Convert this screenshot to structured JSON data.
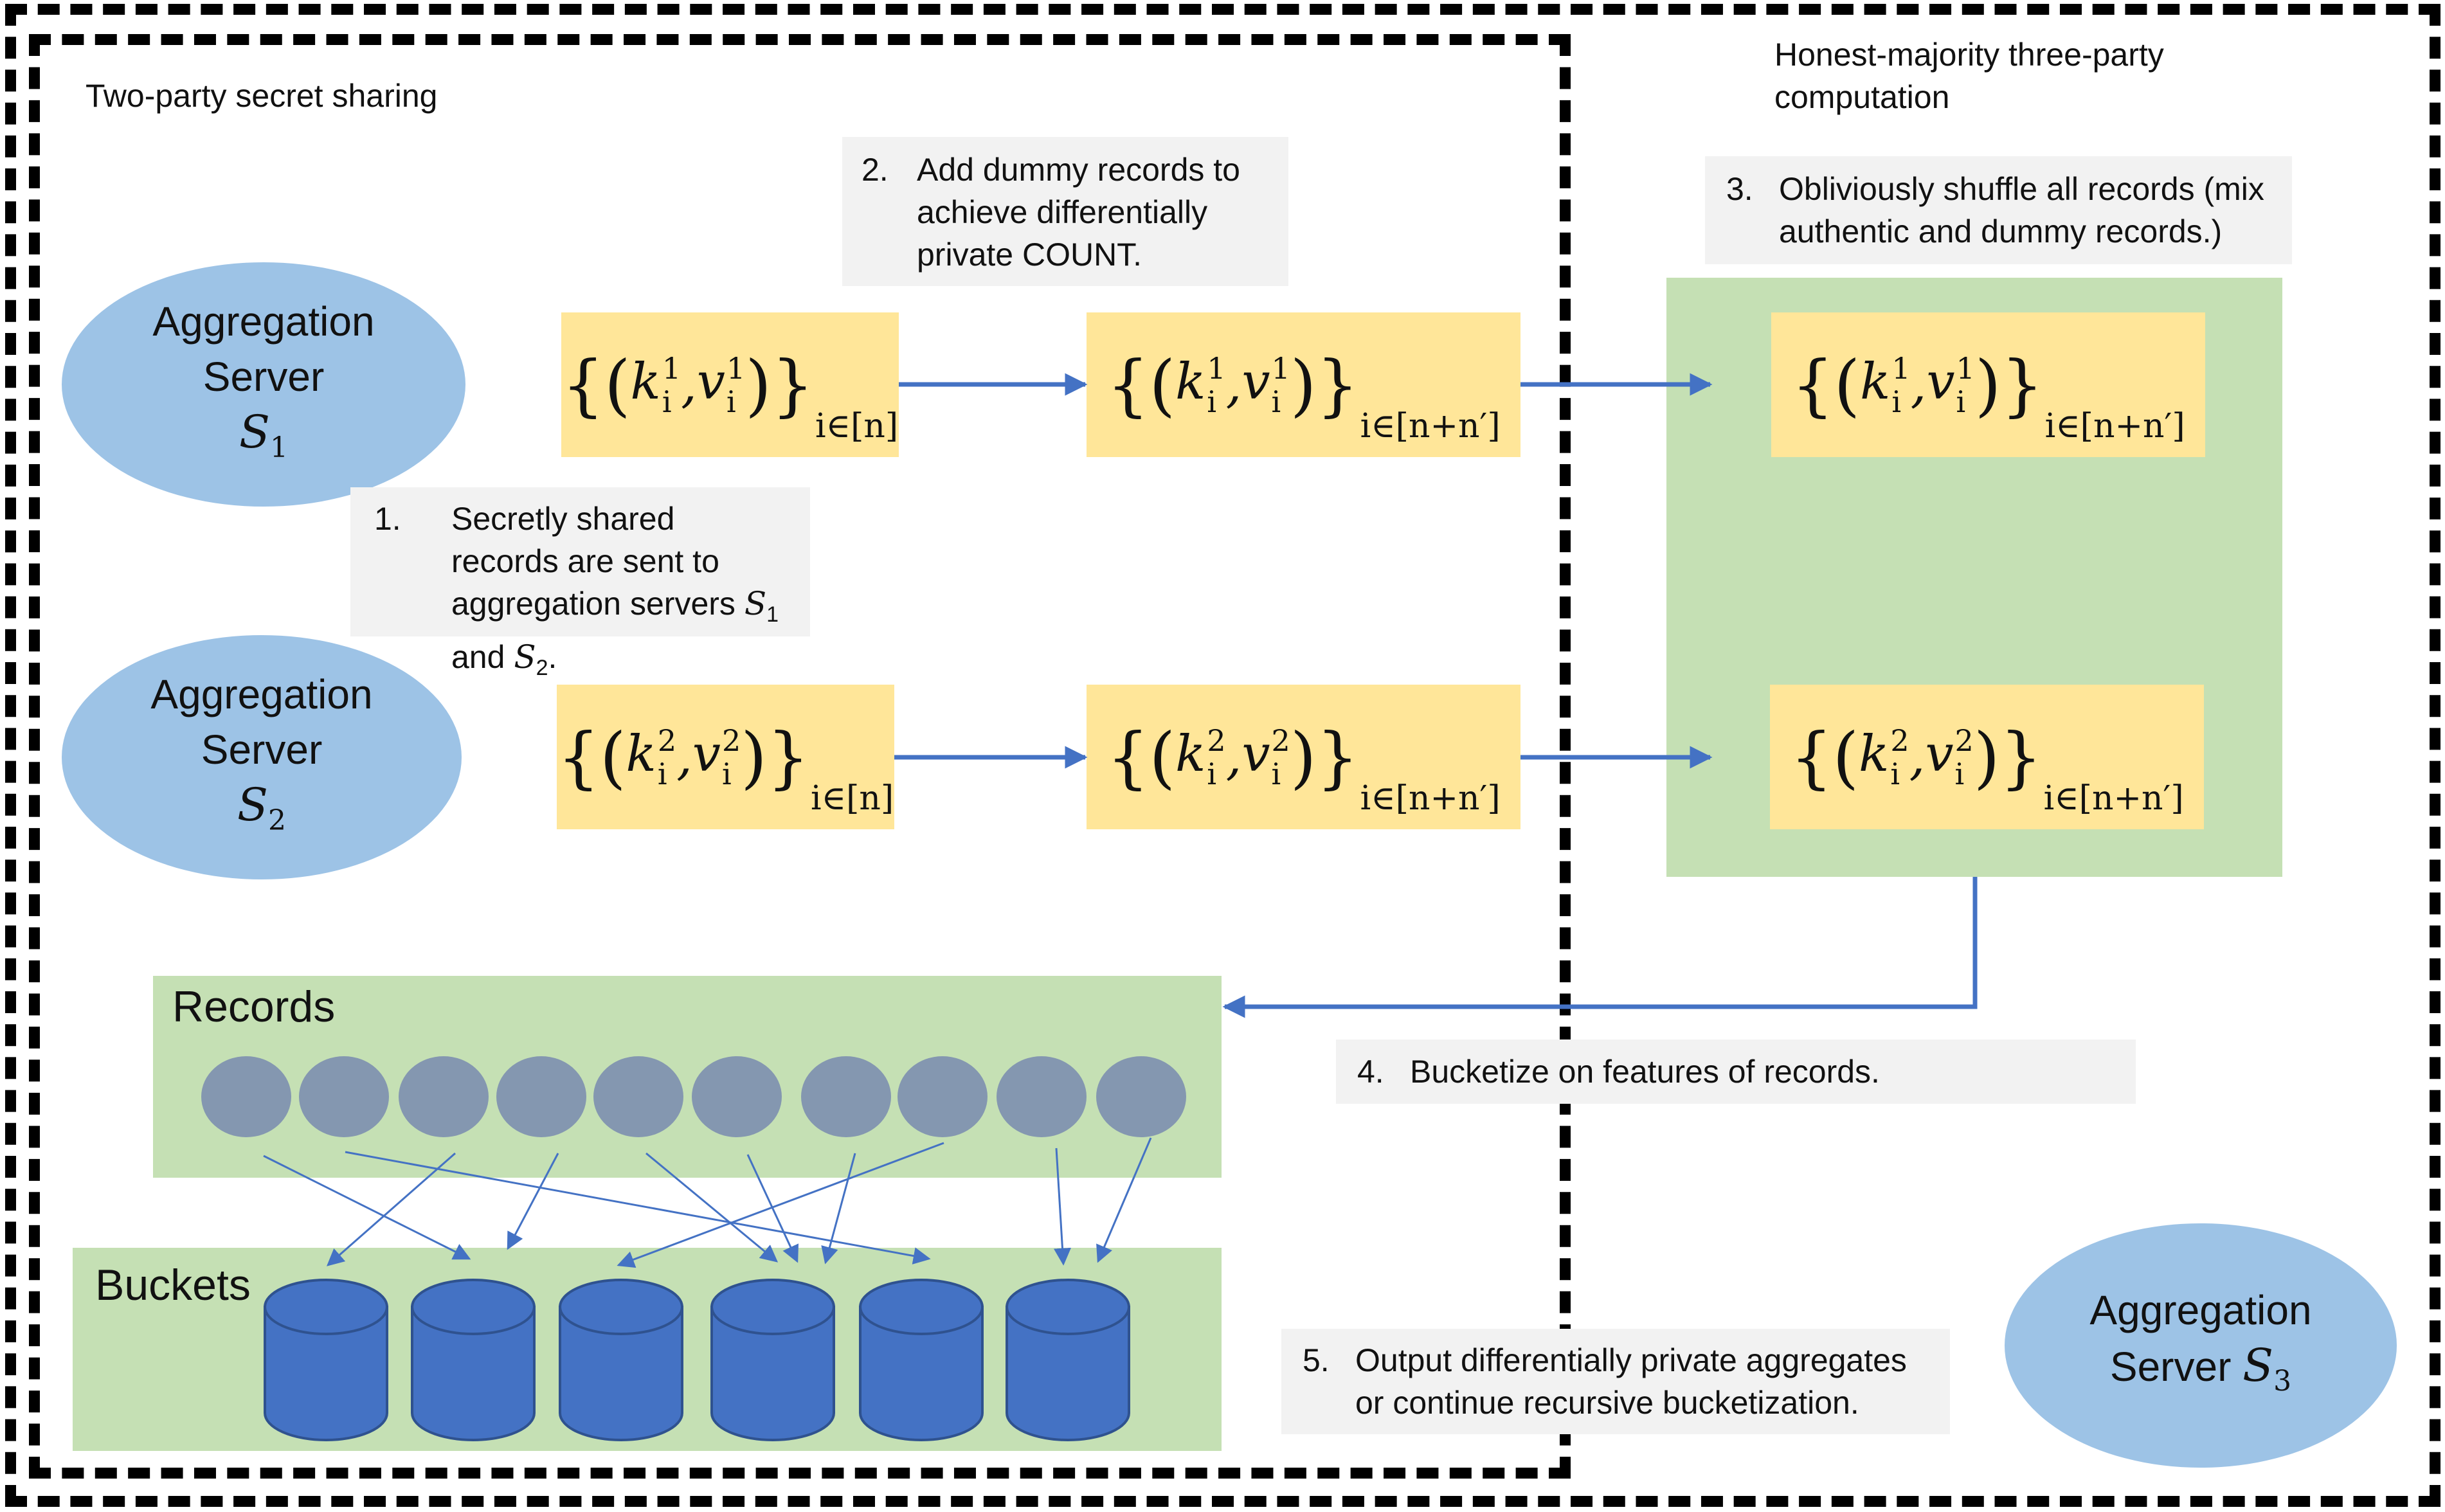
{
  "regions": {
    "two_party": "Two-party secret sharing",
    "three_party": "Honest-majority three-party computation"
  },
  "servers": {
    "s1": {
      "line1": "Aggregation",
      "line2": "Server",
      "symbol": "S",
      "sub": "1"
    },
    "s2": {
      "line1": "Aggregation",
      "line2": "Server",
      "symbol": "S",
      "sub": "2"
    },
    "s3": {
      "line1": "Aggregation",
      "line2": "Server",
      "symbol": "S",
      "sub": "3"
    }
  },
  "records": {
    "r1_in": {
      "k": "k",
      "v": "v",
      "sub": "i",
      "sup": "1",
      "index": "i∈[n]"
    },
    "r1_dummy": {
      "k": "k",
      "v": "v",
      "sub": "i",
      "sup": "1",
      "index": "i∈[n+n′]"
    },
    "r1_shuffled": {
      "k": "k",
      "v": "v",
      "sub": "i",
      "sup": "1",
      "index": "i∈[n+n′]"
    },
    "r2_in": {
      "k": "k",
      "v": "v",
      "sub": "i",
      "sup": "2",
      "index": "i∈[n]"
    },
    "r2_dummy": {
      "k": "k",
      "v": "v",
      "sub": "i",
      "sup": "2",
      "index": "i∈[n+n′]"
    },
    "r2_shuffled": {
      "k": "k",
      "v": "v",
      "sub": "i",
      "sup": "2",
      "index": "i∈[n+n′]"
    }
  },
  "steps": {
    "s1": {
      "num": "1.",
      "text": "Secretly shared records are sent to aggregation servers",
      "tail_a": "S",
      "tail_a_sub": "1",
      "tail_mid": " and ",
      "tail_b": "S",
      "tail_b_sub": "2",
      "tail_end": "."
    },
    "s2": {
      "num": "2.",
      "text": "Add dummy records to achieve differentially private COUNT."
    },
    "s3": {
      "num": "3.",
      "text": "Obliviously shuffle all records (mix authentic and dummy records.)"
    },
    "s4": {
      "num": "4.",
      "text": "Bucketize on features of records."
    },
    "s5": {
      "num": "5.",
      "text": "Output differentially private aggregates or continue recursive bucketization."
    }
  },
  "records_panel": {
    "title": "Records",
    "count": 10
  },
  "buckets_panel": {
    "title": "Buckets",
    "count": 6
  },
  "colors": {
    "ellipse": "#9dc3e6",
    "record_box": "#ffe699",
    "green_panel": "#c5e0b4",
    "note_box": "#f2f2f2",
    "arrow": "#4472c4",
    "record_circle": "#8497b0",
    "bucket": "#4472c4",
    "bucket_outline": "#2f528f"
  }
}
